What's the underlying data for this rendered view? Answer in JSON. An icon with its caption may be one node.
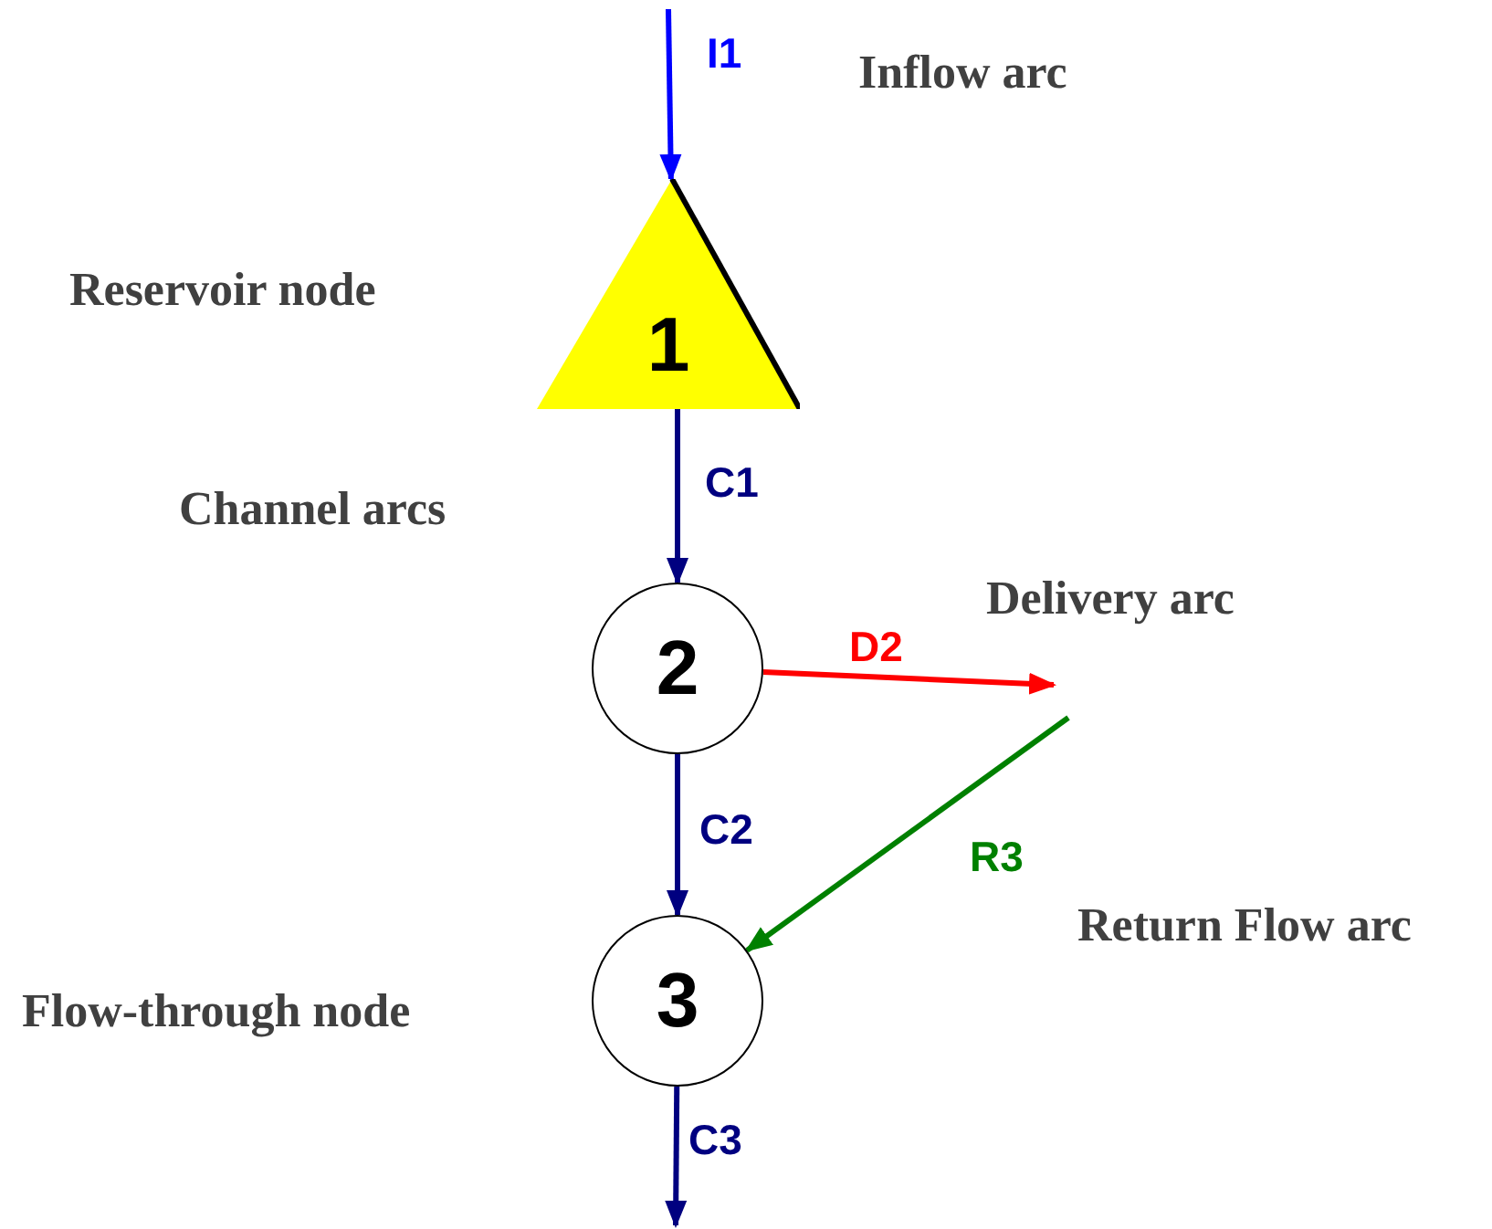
{
  "diagram": {
    "nodes": [
      {
        "text": [
          "1"
        ]
      },
      {
        "text": [
          "2"
        ]
      },
      {
        "text": [
          "3"
        ]
      }
    ],
    "edges": [
      {
        "from": null,
        "to": 0,
        "arrow": "to",
        "label": "I1",
        "color": "#0000ff"
      },
      {
        "from": 0,
        "to": 1,
        "arrow": "to",
        "label": "C1"
      },
      {
        "from": 1,
        "to": null,
        "arrow": "to",
        "label": "D2",
        "color": "#ff0000"
      },
      {
        "from": 1,
        "to": 2,
        "arrow": "to",
        "label": "C2"
      },
      {
        "from": null,
        "to": 2,
        "arrow": "to",
        "label": "R3",
        "color": "#008000"
      },
      {
        "from": 2,
        "to": null,
        "arrow": "to",
        "label": "C3"
      }
    ],
    "labels": [
      "Inflow arc",
      "Reservoir node",
      "Channel arcs",
      "Delivery arc",
      "Return Flow arc",
      "Flow-through node"
    ]
  }
}
